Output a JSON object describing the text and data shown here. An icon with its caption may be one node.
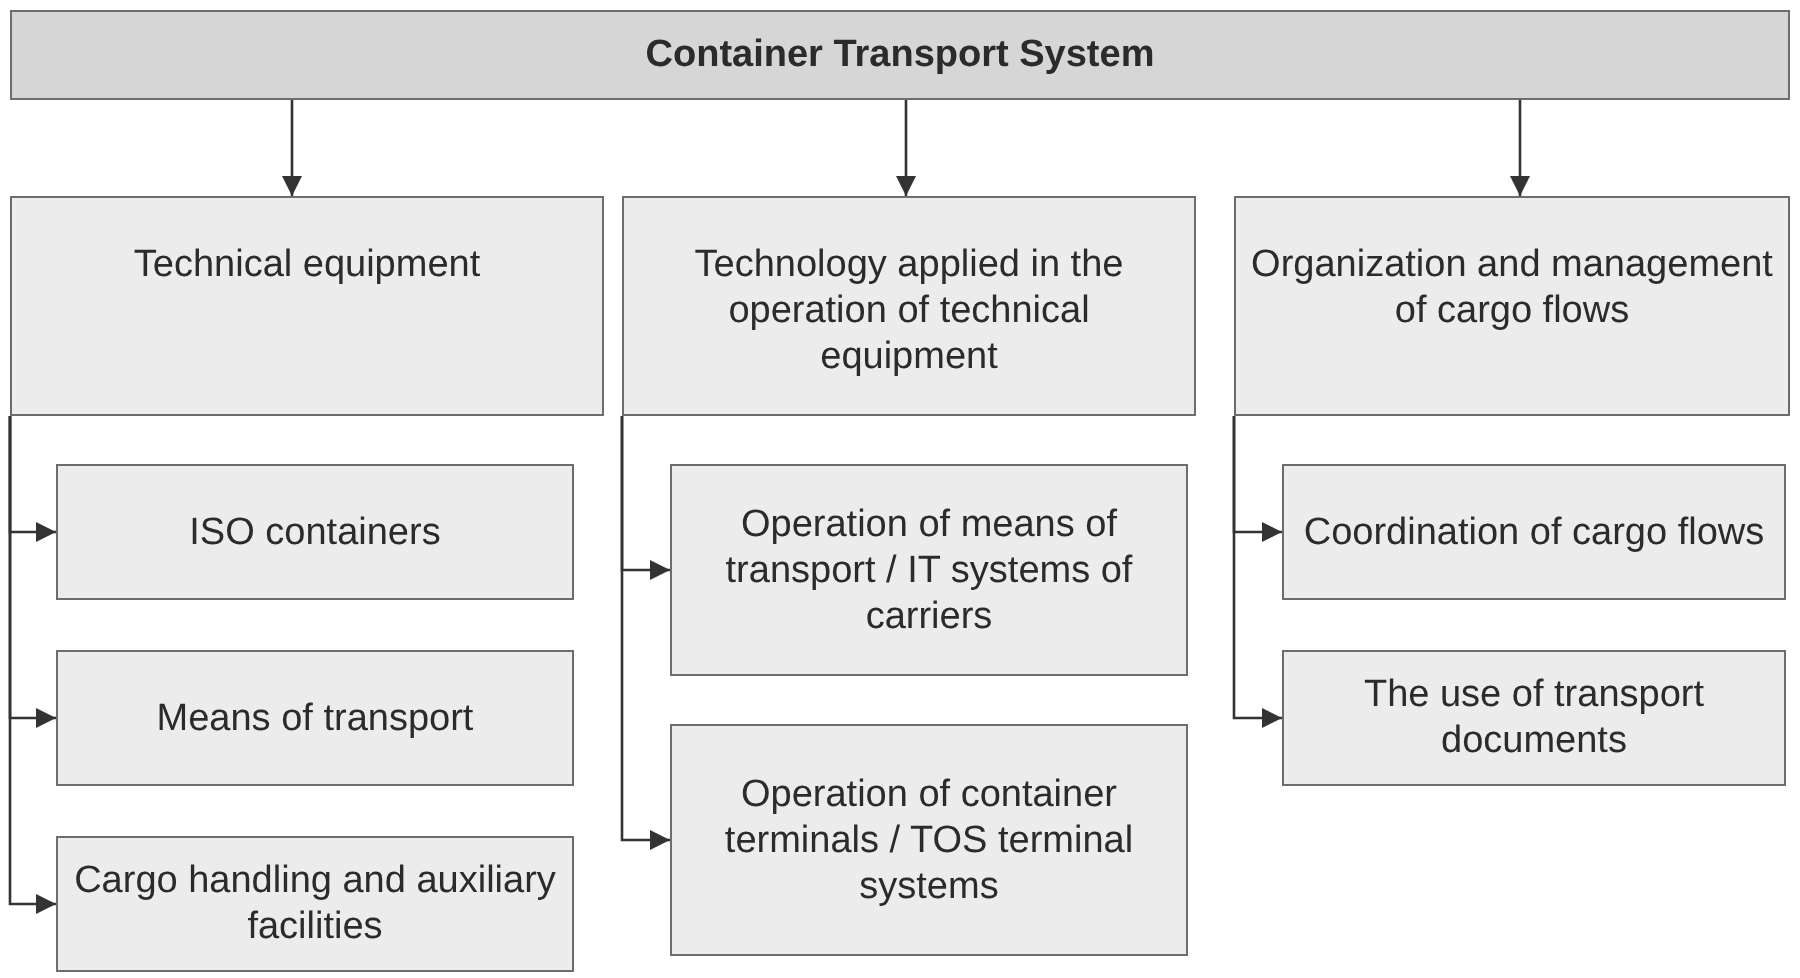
{
  "diagram": {
    "nodes": [
      {
        "text": [
          "Container Transport System"
        ]
      },
      {
        "text": [
          "Technical equipment"
        ]
      },
      {
        "text": [
          "Technology applied in the operation of technical equipment"
        ]
      },
      {
        "text": [
          "Organization and management of cargo flows"
        ]
      },
      {
        "text": [
          "ISO containers"
        ]
      },
      {
        "text": [
          "Means of transport"
        ]
      },
      {
        "text": [
          "Cargo handling and auxiliary facilities"
        ]
      },
      {
        "text": [
          "Operation of means of transport / IT systems of carriers"
        ]
      },
      {
        "text": [
          "Operation of container terminals / TOS terminal systems"
        ]
      },
      {
        "text": [
          "Coordination of cargo flows"
        ]
      },
      {
        "text": [
          "The use of transport documents"
        ]
      }
    ],
    "edges": [
      {
        "from": 0,
        "to": 1,
        "arrow": "to"
      },
      {
        "from": 0,
        "to": 2,
        "arrow": "to"
      },
      {
        "from": 0,
        "to": 3,
        "arrow": "to"
      },
      {
        "from": 1,
        "to": 4,
        "arrow": "to"
      },
      {
        "from": 1,
        "to": 5,
        "arrow": "to"
      },
      {
        "from": 1,
        "to": 6,
        "arrow": "to"
      },
      {
        "from": 2,
        "to": 7,
        "arrow": "to"
      },
      {
        "from": 2,
        "to": 8,
        "arrow": "to"
      },
      {
        "from": 3,
        "to": 9,
        "arrow": "to"
      },
      {
        "from": 3,
        "to": 10,
        "arrow": "to"
      }
    ]
  }
}
